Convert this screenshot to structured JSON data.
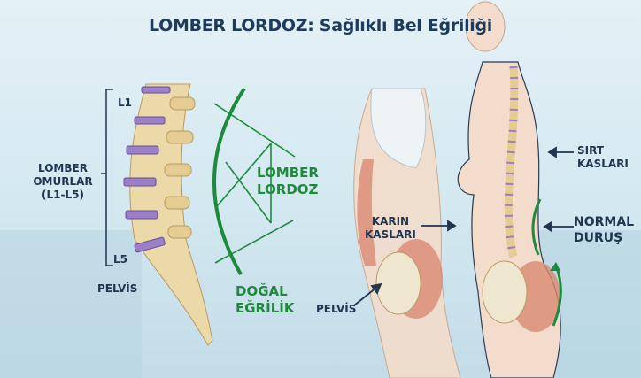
{
  "title": "LOMBER LORDOZ: Sağlıklı Bel Eğriliği",
  "spine_panel": {
    "l1": "L1",
    "l5": "L5",
    "lumbar_vertebrae": [
      "LOMBER",
      "OMURLAR",
      "(L1-L5)"
    ],
    "pelvis": "PELVİS",
    "lordosis": [
      "LOMBER",
      "LORDOZ"
    ],
    "natural_curve": [
      "DOĞAL",
      "EĞRİLİK"
    ]
  },
  "body_panel": {
    "abdominal_muscles": [
      "KARIN",
      "KASLARI"
    ],
    "pelvis": "PELVİS",
    "back_muscles": [
      "SIRT",
      "KASLARI"
    ],
    "normal_posture": [
      "NORMAL",
      "DURUŞ"
    ]
  },
  "colors": {
    "green": "#1e8a3c",
    "navy": "#1d3b5a",
    "bone": "#ecd9a8",
    "disc": "#9b7fc8",
    "muscle": "#d98a72"
  }
}
